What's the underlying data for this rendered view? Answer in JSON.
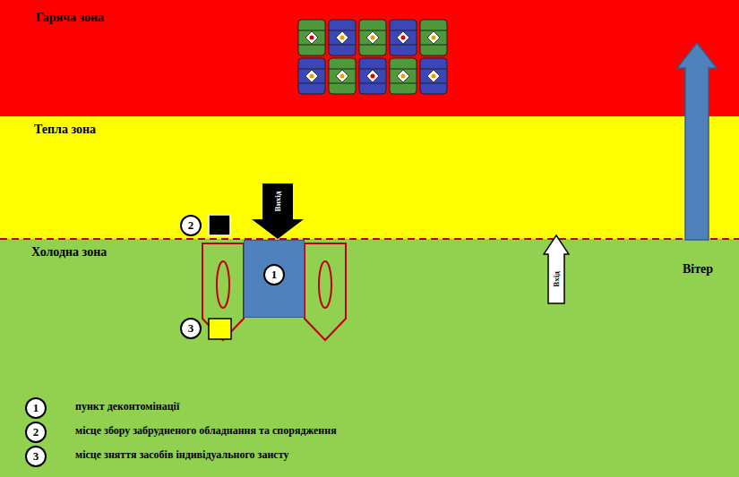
{
  "diagram": {
    "nodes": [
      {
        "text": [
          "Гаряча зона"
        ]
      },
      {
        "text": [
          "Тепла зона"
        ]
      },
      {
        "text": [
          "Холодна зона"
        ]
      },
      {
        "text": [
          "1"
        ],
        "in": 2
      },
      {
        "text": [
          "Вихід"
        ],
        "in": 1
      },
      {
        "text": [
          "Вхід"
        ],
        "in": 2
      }
    ],
    "labels": [
      "Вітер",
      "2",
      "3",
      "1",
      "2",
      "3"
    ],
    "legend": [
      {
        "text": "пункт деконтомінації"
      },
      {
        "text": "місце збору забрудненого обладнання та спорядження"
      },
      {
        "text": "місце зняття засобів індивідуального заисту"
      }
    ]
  }
}
